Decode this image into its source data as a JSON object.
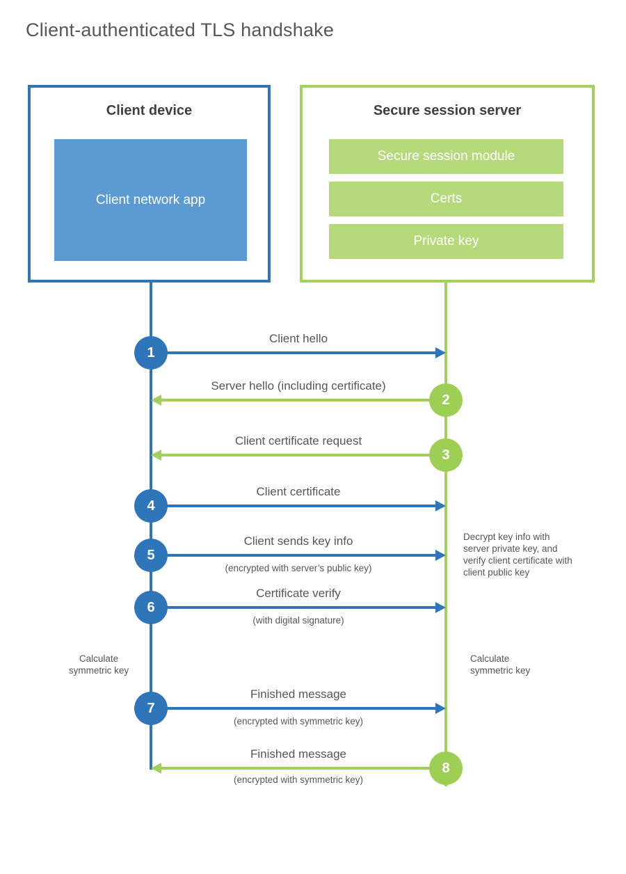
{
  "title": "Client-authenticated TLS handshake",
  "colors": {
    "blue_stroke": "#2e76b9",
    "blue_fill": "#5b9ad3",
    "green_stroke": "#a1d05b",
    "green_fill": "#b6d97c",
    "text_gray": "#54565a",
    "heading_gray": "#3e3f42"
  },
  "client_box": {
    "title": "Client device",
    "app_label": "Client network app"
  },
  "server_box": {
    "title": "Secure session server",
    "modules": [
      "Secure session module",
      "Certs",
      "Private key"
    ]
  },
  "steps": [
    {
      "num": "1",
      "label": "Client hello",
      "from": "client",
      "direction": "right"
    },
    {
      "num": "2",
      "label": "Server hello (including certificate)",
      "from": "server",
      "direction": "left"
    },
    {
      "num": "3",
      "label": "Client certificate request",
      "from": "server",
      "direction": "left"
    },
    {
      "num": "4",
      "label": "Client certificate",
      "from": "client",
      "direction": "right"
    },
    {
      "num": "5",
      "label": "Client sends key info",
      "sublabel": "(encrypted with server’s public key)",
      "from": "client",
      "direction": "right"
    },
    {
      "num": "6",
      "label": "Certificate verify",
      "sublabel": "(with digital signature)",
      "from": "client",
      "direction": "right"
    },
    {
      "num": "7",
      "label": "Finished message",
      "sublabel": "(encrypted with symmetric key)",
      "from": "client",
      "direction": "right"
    },
    {
      "num": "8",
      "label": "Finished message",
      "sublabel": "(encrypted with symmetric key)",
      "from": "server",
      "direction": "left"
    }
  ],
  "annotations": {
    "decrypt_note": "Decrypt key info with server private key, and verify client certificate with client public key",
    "calc_left": "Calculate symmetric key",
    "calc_right": "Calculate symmetric key"
  }
}
